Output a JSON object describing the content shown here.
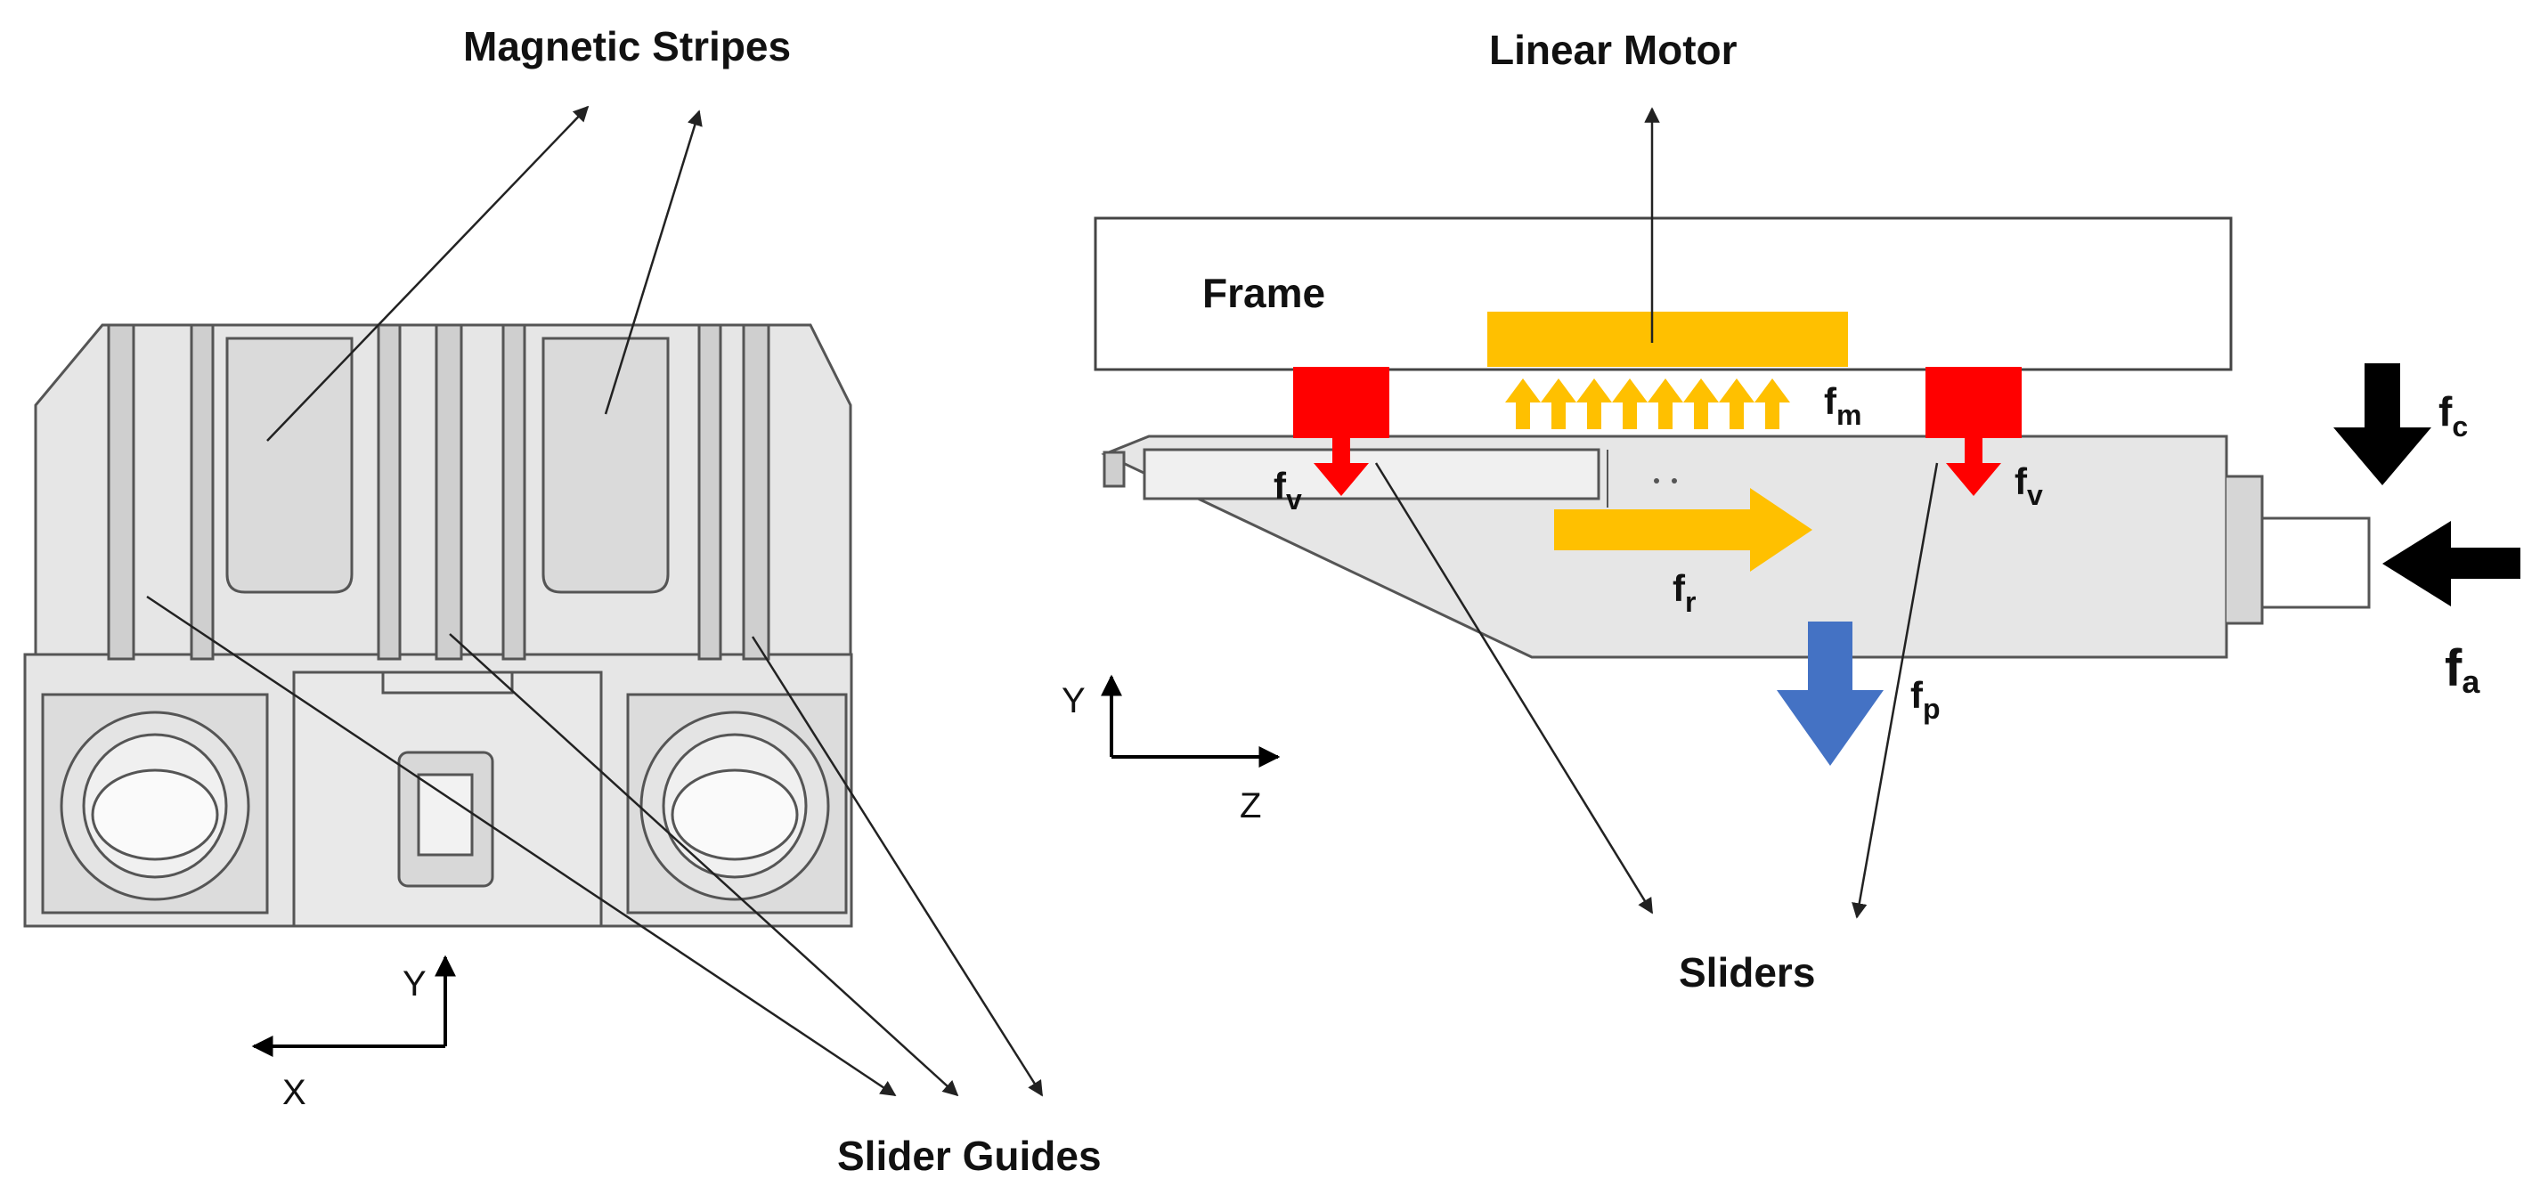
{
  "left_view": {
    "magnetic_stripes_label": "Magnetic Stripes",
    "slider_guides_label": "Slider Guides",
    "axis_y": "Y",
    "axis_x": "X"
  },
  "right_view": {
    "linear_motor_label": "Linear Motor",
    "frame_label": "Frame",
    "sliders_label": "Sliders",
    "axis_y": "Y",
    "axis_z": "Z",
    "forces": {
      "fm": {
        "base": "f",
        "sub": "m"
      },
      "fv_left": {
        "base": "f",
        "sub": "v"
      },
      "fv_right": {
        "base": "f",
        "sub": "v"
      },
      "fr": {
        "base": "f",
        "sub": "r"
      },
      "fp": {
        "base": "f",
        "sub": "p"
      },
      "fc": {
        "base": "f",
        "sub": "c"
      },
      "fa": {
        "base": "f",
        "sub": "a"
      }
    }
  },
  "colors": {
    "motor": "#ffc000",
    "slider_block": "#ff0000",
    "gravity_arrow": "#4472c4",
    "external_force_arrow": "#000000",
    "machine_body": "#e6e6e6",
    "outline": "#555555"
  }
}
